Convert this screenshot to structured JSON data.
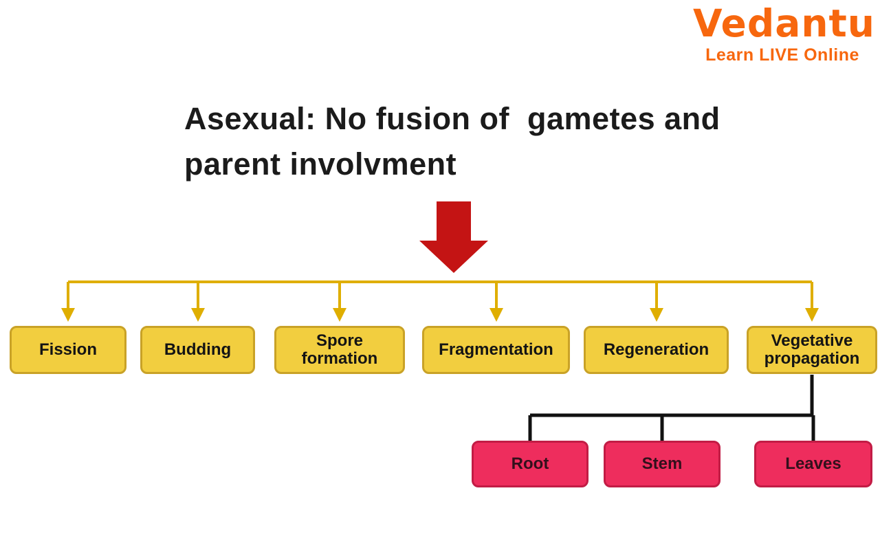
{
  "logo": {
    "brand": "Vedantu",
    "tagline": "Learn LIVE Online"
  },
  "title": {
    "line1": "Asexual: No fusion of  gametes and",
    "line2": "parent involvment"
  },
  "diagram": {
    "branches": [
      {
        "label": "Fission"
      },
      {
        "label": "Budding"
      },
      {
        "label": "Spore formation"
      },
      {
        "label": "Fragmentation"
      },
      {
        "label": "Regeneration"
      },
      {
        "label": "Vegetative propagation"
      }
    ],
    "vegetative_children": [
      {
        "label": "Root"
      },
      {
        "label": "Stem"
      },
      {
        "label": "Leaves"
      }
    ]
  },
  "colors": {
    "brand_orange": "#F7670E",
    "arrow_red": "#C41414",
    "connector_yellow": "#DFAE00",
    "node_yellow_fill": "#F2CE3F",
    "node_yellow_border": "#C9A227",
    "node_pink_fill": "#EE2D5D",
    "node_pink_border": "#C21C45",
    "connector_black": "#111111",
    "text_dark": "#1B1B1B"
  }
}
